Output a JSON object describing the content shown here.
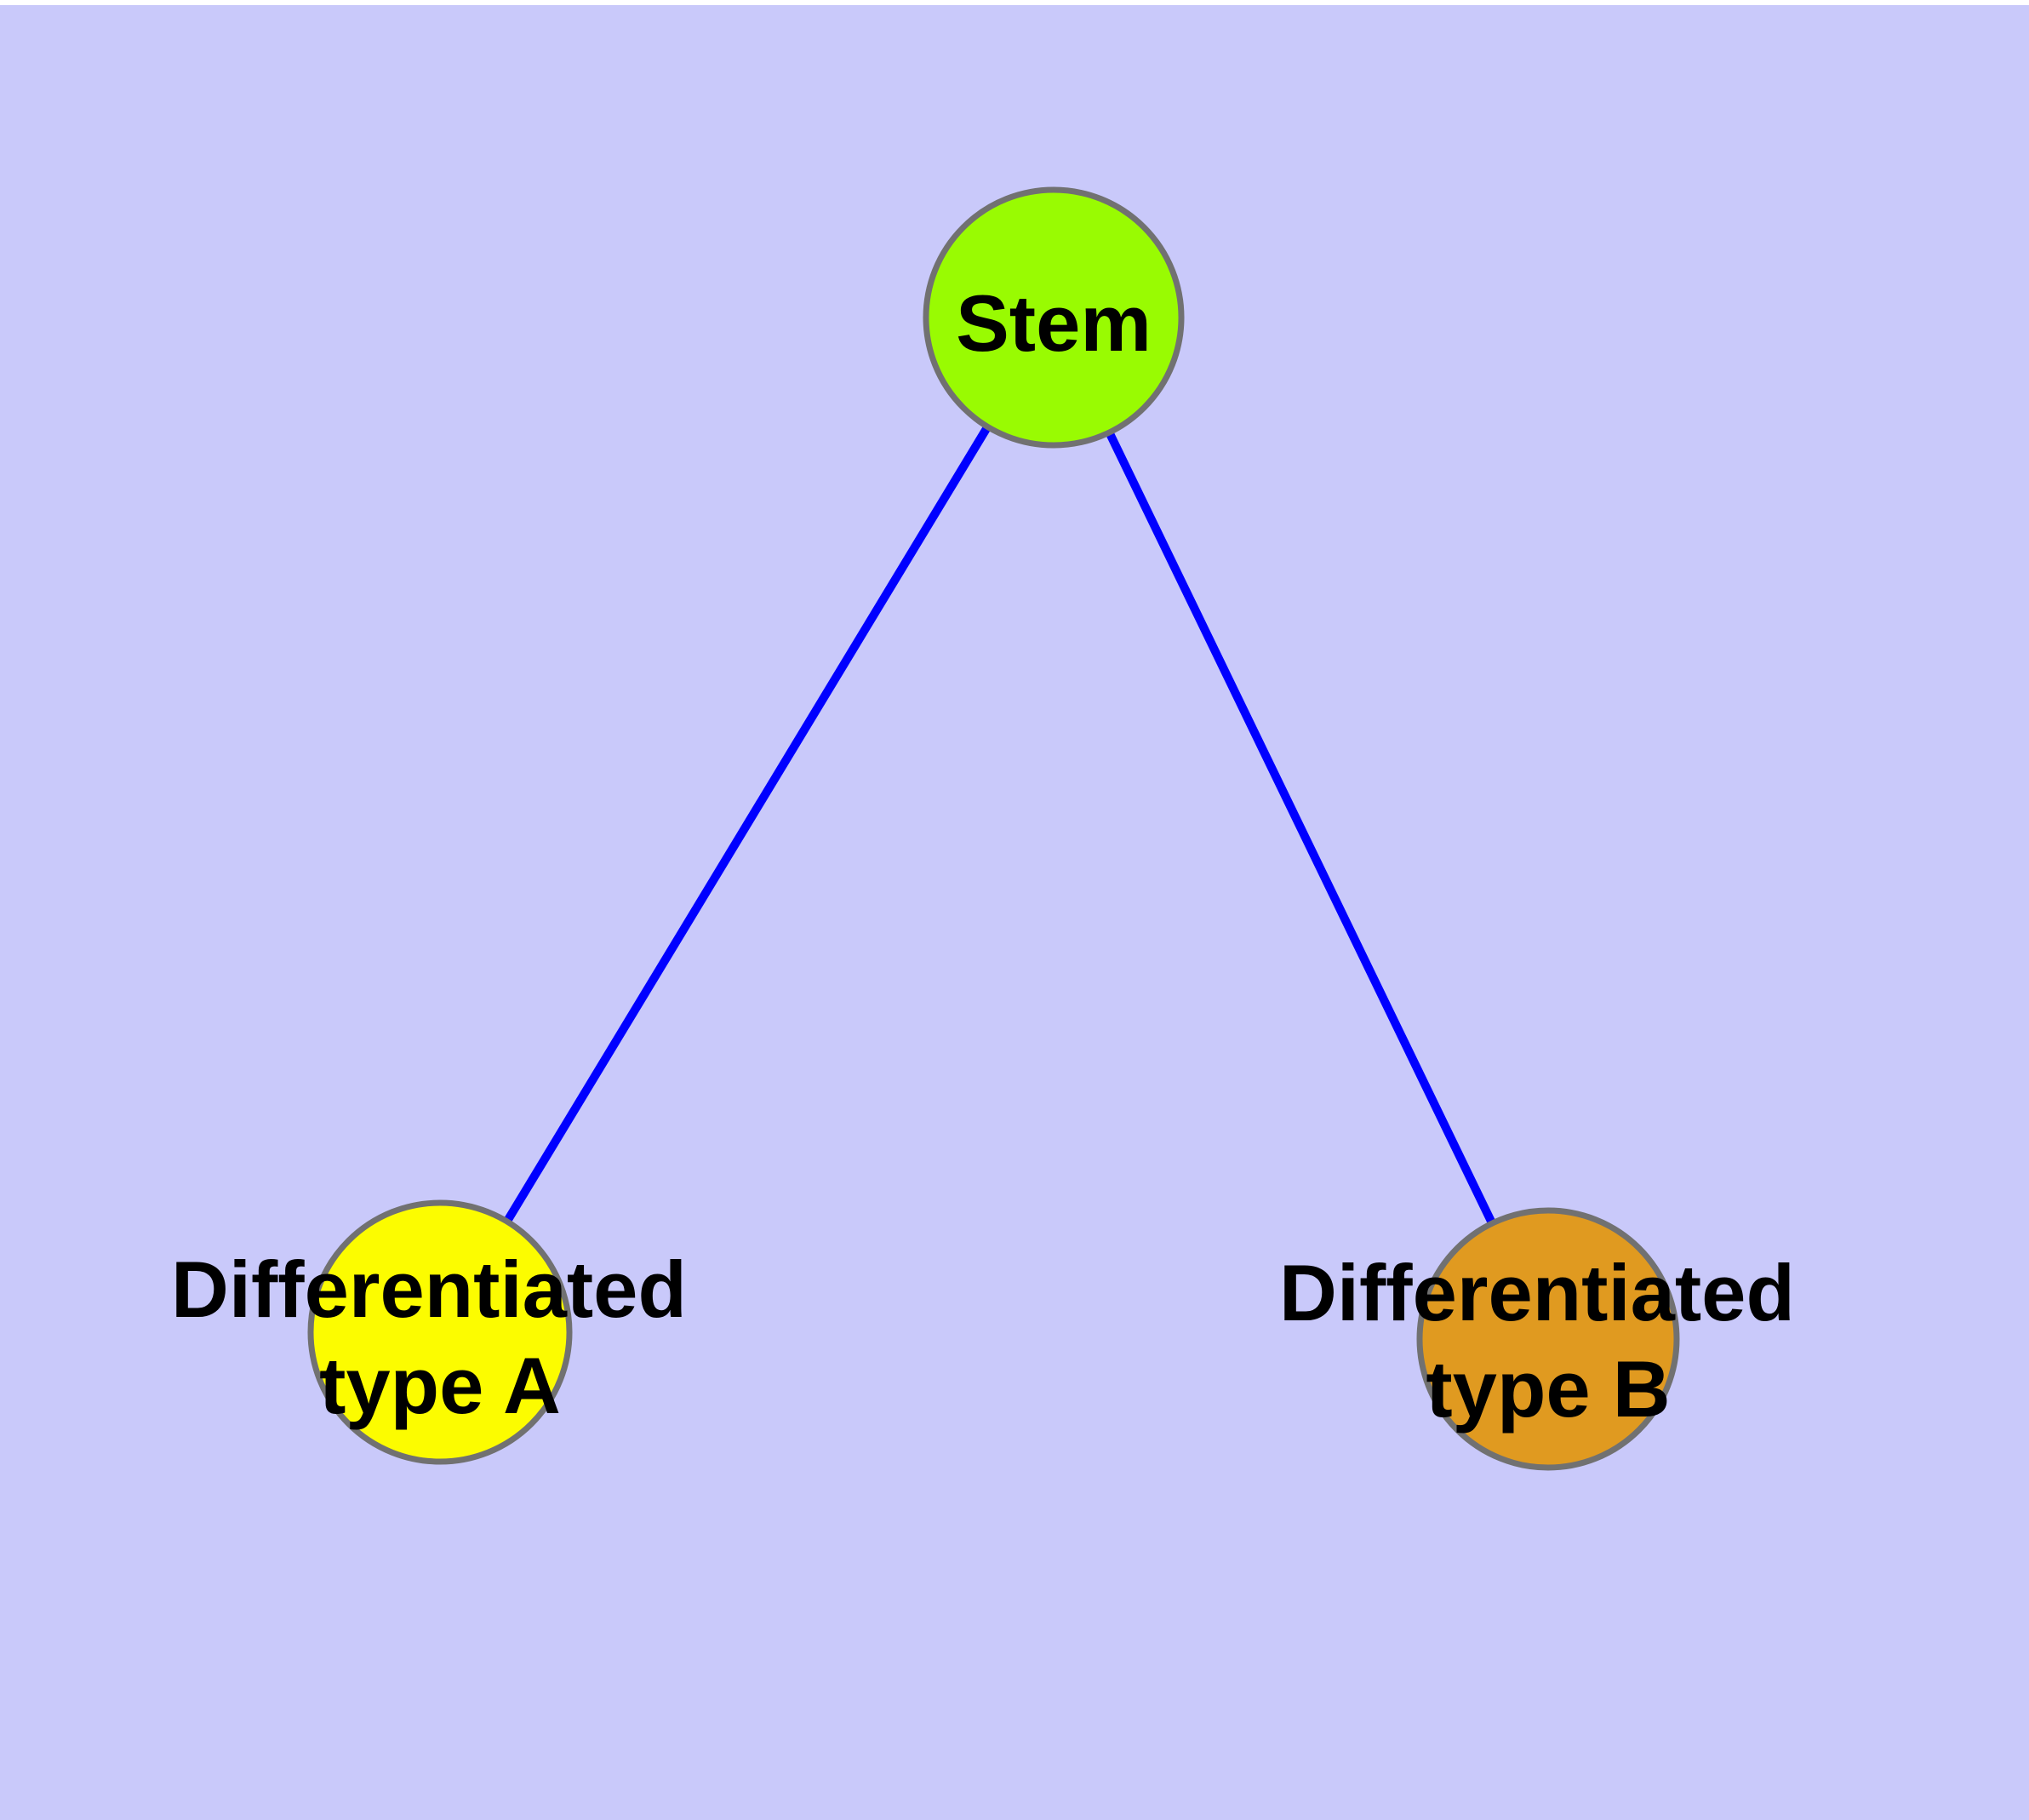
{
  "diagram": {
    "type": "graph",
    "background_color": "#C9C9FA",
    "top_margin_color": "#FFFFFF",
    "edge_color": "#0000FF",
    "node_border_color": "#717171",
    "label_color": "#000000",
    "nodes": [
      {
        "id": "stem",
        "label": "Stem",
        "lines": {
          "line1": "Stem"
        },
        "fill": "#99FB02"
      },
      {
        "id": "differentiated-type-a",
        "label": "Differentiated type A",
        "lines": {
          "line1": "Differentiated",
          "line2": "type A"
        },
        "fill": "#FCFC00"
      },
      {
        "id": "differentiated-type-b",
        "label": "Differentiated type B",
        "lines": {
          "line1": "Differentiated",
          "line2": "type B"
        },
        "fill": "#E09A20"
      }
    ],
    "edges": [
      {
        "from": "Stem",
        "to": "Differentiated type A"
      },
      {
        "from": "Stem",
        "to": "Differentiated type B"
      }
    ]
  }
}
